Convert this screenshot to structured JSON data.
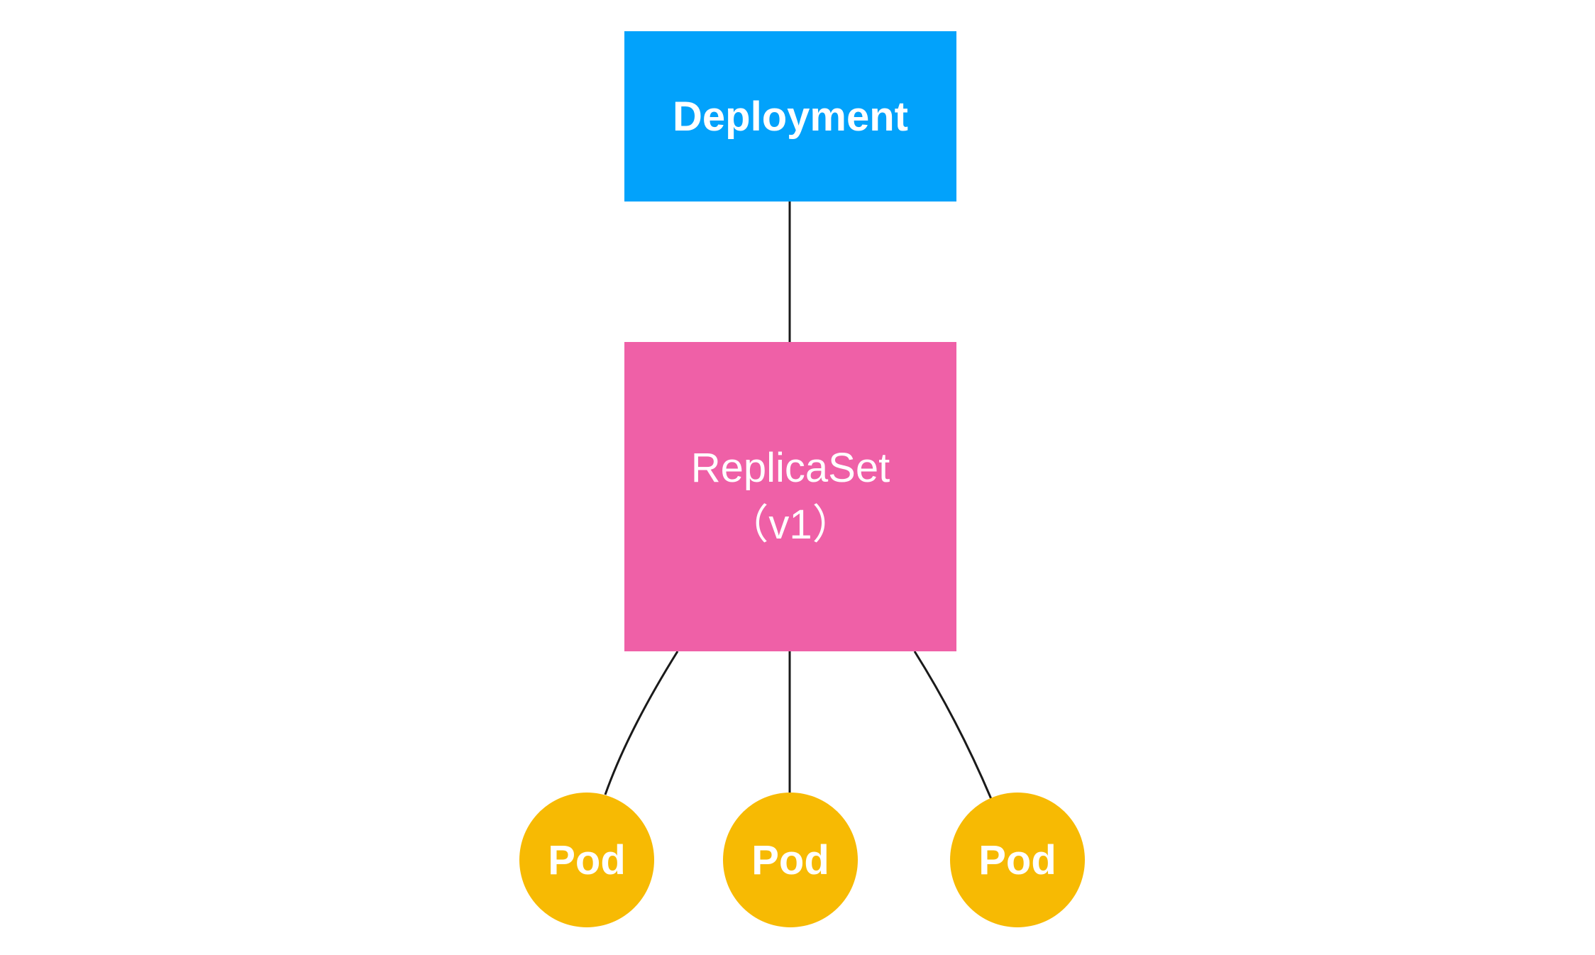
{
  "deployment": {
    "label": "Deployment",
    "color": "#02A2FB"
  },
  "replicaset": {
    "label": "ReplicaSet",
    "version": "（v1）",
    "color": "#EF60A7"
  },
  "pods": [
    {
      "label": "Pod"
    },
    {
      "label": "Pod"
    },
    {
      "label": "Pod"
    }
  ],
  "pod_color": "#F7BA03",
  "edge_color": "#1a1a1a"
}
